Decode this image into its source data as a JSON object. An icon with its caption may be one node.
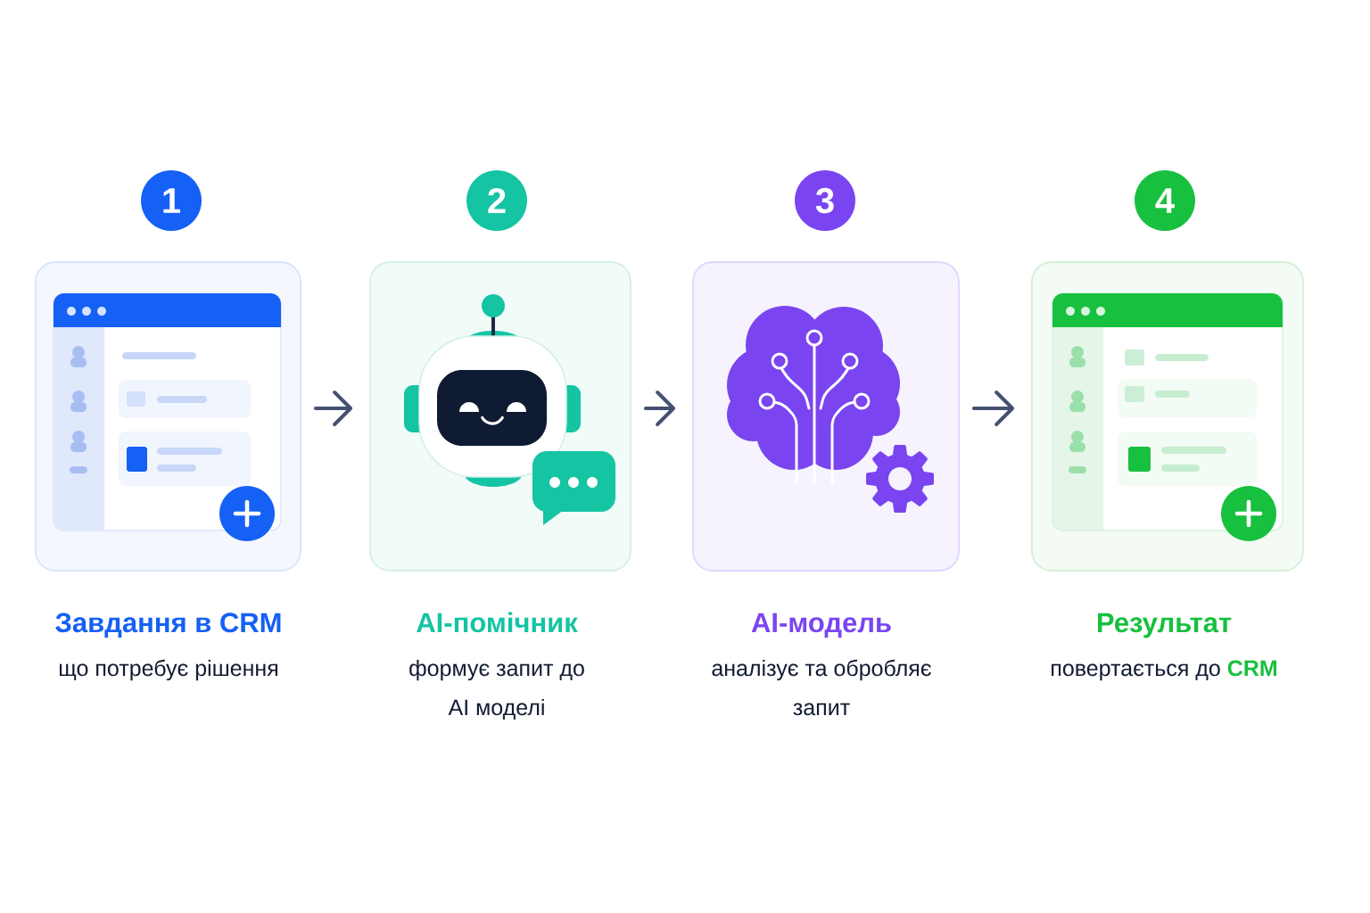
{
  "diagram": {
    "nodes": [
      {
        "text": [
          "1"
        ]
      },
      {
        "text": [
          "2"
        ]
      },
      {
        "text": [
          "3"
        ]
      },
      {
        "text": [
          "4"
        ]
      },
      {
        "text": [
          "Завдання в CRM",
          "що потребує рішення"
        ]
      },
      {
        "text": [
          "AI-помічник",
          "формує запит до AI моделі"
        ]
      },
      {
        "text": [
          "AI-модель",
          "аналізує та обробляє запит"
        ]
      },
      {
        "text": [
          "Результат",
          "повертається до **CRM**"
        ]
      }
    ],
    "edges": [
      {
        "from": 4,
        "to": 5,
        "arrow": "to"
      },
      {
        "from": 5,
        "to": 6,
        "arrow": "to"
      },
      {
        "from": 6,
        "to": 7,
        "arrow": "to"
      }
    ]
  }
}
